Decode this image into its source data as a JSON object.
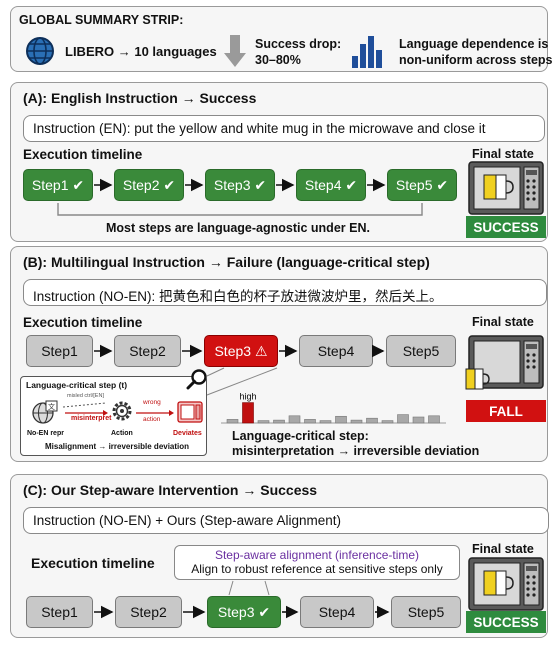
{
  "summary": {
    "title": "GLOBAL SUMMARY STRIP:",
    "item1": "LIBERO → 10 languages",
    "item2_line1": "Success drop:",
    "item2_line2": "30–80%",
    "item3_line1": "Language dependence is",
    "item3_line2": "non-uniform across steps"
  },
  "panel_a": {
    "title": "(A): English Instruction → Success",
    "instruction": "Instruction (EN): put the yellow and white mug in the microwave and close it",
    "timeline_label": "Execution timeline",
    "steps": [
      "Step1",
      "Step2",
      "Step3",
      "Step4",
      "Step5"
    ],
    "final_state_label": "Final state",
    "result": "SUCCESS",
    "note": "Most steps are language-agnostic under EN."
  },
  "panel_b": {
    "title": "(B): Multilingual Instruction → Failure (language-critical step)",
    "instruction": "Instruction (NO-EN): 把黄色和白色的杯子放进微波炉里，然后关上。",
    "timeline_label": "Execution timeline",
    "steps": [
      "Step1",
      "Step2",
      "Step3",
      "Step4",
      "Step5"
    ],
    "final_state_label": "Final state",
    "result": "FALL",
    "inset": {
      "title": "Language-critical step (t)",
      "repr_label": "No-EN repr",
      "tiny_label": "misled ctrl/[EN]",
      "arrow1_label": "misinterpret",
      "action_label": "Action",
      "arrow2_label_line1": "wrong",
      "arrow2_label_line2": "action",
      "deviates_label": "Deviates",
      "footer": "Misalignment → irreversible deviation"
    },
    "bars": {
      "high_label": "high",
      "values": [
        0.15,
        0.85,
        0.1,
        0.12,
        0.3,
        0.15,
        0.1,
        0.28,
        0.12,
        0.2,
        0.1,
        0.35,
        0.25,
        0.3
      ]
    },
    "caption_line1": "Language-critical step:",
    "caption_line2": "misinterpretation → irreversible deviation"
  },
  "panel_c": {
    "title": "(C): Our Step-aware Intervention → Success",
    "instruction": "Instruction (NO-EN) + Ours (Step-aware Alignment)",
    "timeline_label": "Execution timeline",
    "callout_line1": "Step-aware alignment (inference-time)",
    "callout_line2": "Align to robust reference at sensitive steps only",
    "steps": [
      "Step1",
      "Step2",
      "Step3",
      "Step4",
      "Step5"
    ],
    "final_state_label": "Final state",
    "result": "SUCCESS"
  },
  "colors": {
    "success_green": "#2e8b3e",
    "fail_red": "#d11111",
    "accent_purple": "#6a2fa0",
    "bar_blue": "#1f4e9a"
  }
}
